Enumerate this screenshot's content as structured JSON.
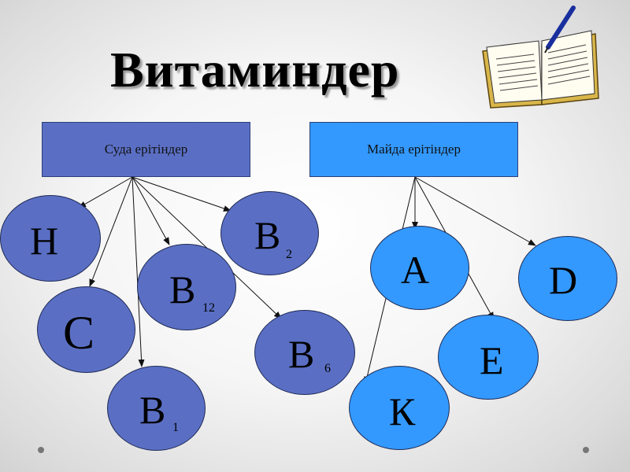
{
  "title": "Витаминдер",
  "categories": {
    "water_soluble": "Суда ерітіндер",
    "fat_soluble": "Майда ерітіндер"
  },
  "vitamins": {
    "h": {
      "letter": "Н",
      "sub": ""
    },
    "c": {
      "letter": "С",
      "sub": ""
    },
    "b1": {
      "letter": "В",
      "sub": "1"
    },
    "b12": {
      "letter": "В",
      "sub": "12"
    },
    "b2": {
      "letter": "В",
      "sub": "2"
    },
    "b6": {
      "letter": "В",
      "sub": "6"
    },
    "a": {
      "letter": "А",
      "sub": ""
    },
    "d": {
      "letter": "D",
      "sub": ""
    },
    "e": {
      "letter": "Е",
      "sub": ""
    },
    "k": {
      "letter": "К",
      "sub": ""
    }
  },
  "colors": {
    "water_soluble": "#5a6fc4",
    "fat_soluble": "#3399ff"
  },
  "icons": {
    "book": "open-book-with-pen-icon"
  }
}
